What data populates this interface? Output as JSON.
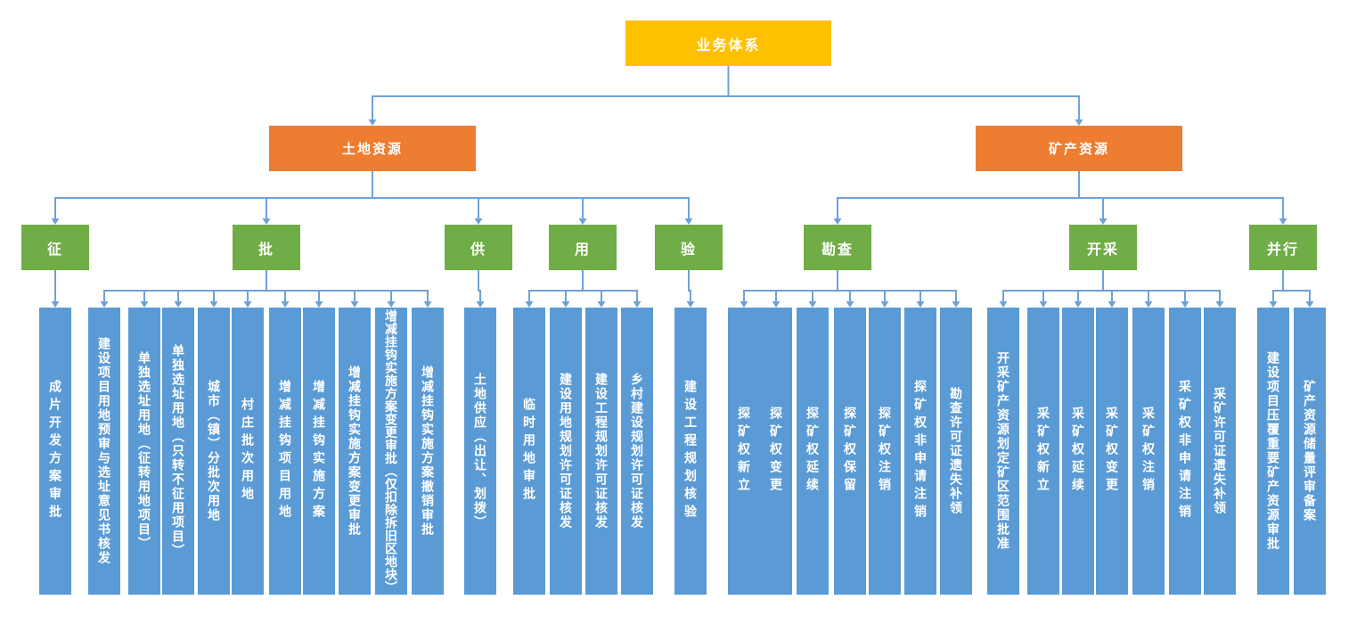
{
  "colors": {
    "root": "#FFC000",
    "branch": "#ED7D31",
    "category": "#70AD47",
    "leaf": "#5B9BD5",
    "connector": "#6FA1D9",
    "text": "#FFFFFF"
  },
  "tree": {
    "label": "业务体系",
    "children": [
      {
        "label": "土地资源",
        "children": [
          {
            "label": "征",
            "children": [
              {
                "label": "成片开发方案审批"
              }
            ]
          },
          {
            "label": "批",
            "children": [
              {
                "label": "建设项目用地预审与选址意见书核发"
              },
              {
                "label": "单独选址用地（征转用地项目）"
              },
              {
                "label": "单独选址用地（只转不征用项目）"
              },
              {
                "label": "城市（镇）分批次用地"
              },
              {
                "label": "村庄批次用地"
              },
              {
                "label": "增减挂钩项目用地"
              },
              {
                "label": "增减挂钩实施方案"
              },
              {
                "label": "增减挂钩实施方案变更审批"
              },
              {
                "label": "增减挂钩实施方案变更审批（仅扣除拆旧区地块）"
              },
              {
                "label": "增减挂钩实施方案撤销审批"
              }
            ]
          },
          {
            "label": "供",
            "children": [
              {
                "label": "土地供应（出让、划拨）"
              }
            ]
          },
          {
            "label": "用",
            "children": [
              {
                "label": "临时用地审批"
              },
              {
                "label": "建设用地规划许可证核发"
              },
              {
                "label": "建设工程规划许可证核发"
              },
              {
                "label": "乡村建设规划许可证核发"
              }
            ]
          },
          {
            "label": "验",
            "children": [
              {
                "label": "建设工程规划核验"
              }
            ]
          }
        ]
      },
      {
        "label": "矿产资源",
        "children": [
          {
            "label": "勘查",
            "children": [
              {
                "label": "探矿权新立"
              },
              {
                "label": "探矿权变更"
              },
              {
                "label": "探矿权延续"
              },
              {
                "label": "探矿权保留"
              },
              {
                "label": "探矿权注销"
              },
              {
                "label": "探矿权非申请注销"
              },
              {
                "label": "勘查许可证遗失补领"
              }
            ]
          },
          {
            "label": "开采",
            "children": [
              {
                "label": "开采矿产资源划定矿区范围批准"
              },
              {
                "label": "采矿权新立"
              },
              {
                "label": "采矿权延续"
              },
              {
                "label": "采矿权变更"
              },
              {
                "label": "采矿权注销"
              },
              {
                "label": "采矿权非申请注销"
              },
              {
                "label": "采矿许可证遗失补领"
              }
            ]
          },
          {
            "label": "并行",
            "children": [
              {
                "label": "建设项目压覆重要矿产资源审批"
              },
              {
                "label": "矿产资源储量评审备案"
              }
            ]
          }
        ]
      }
    ]
  }
}
